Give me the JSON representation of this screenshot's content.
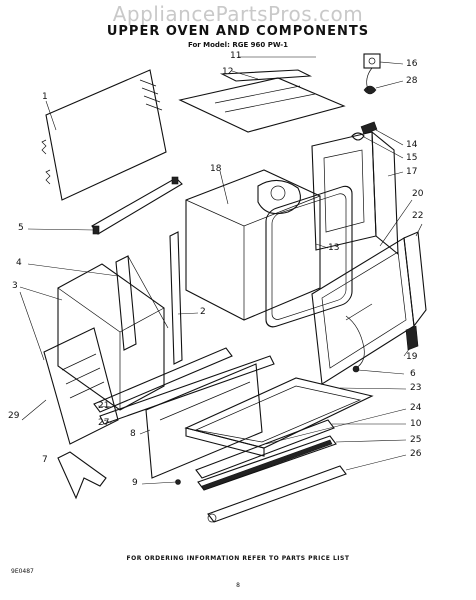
{
  "watermark": "AppliancePartsPros.com",
  "header": {
    "title": "UPPER OVEN AND COMPONENTS",
    "subtitle": "For Model: RGE 960 PW-1"
  },
  "callouts": {
    "c1": "1",
    "c2": "2",
    "c3": "3",
    "c4": "4",
    "c5": "5",
    "c6": "6",
    "c7": "7",
    "c8": "8",
    "c9": "9",
    "c10": "10",
    "c11": "11",
    "c12": "12",
    "c13": "13",
    "c14": "14",
    "c15": "15",
    "c16": "16",
    "c17": "17",
    "c18": "18",
    "c19": "19",
    "c20": "20",
    "c21": "21",
    "c22": "22",
    "c23": "23",
    "c24": "24",
    "c25": "25",
    "c26": "26",
    "c27": "27",
    "c28": "28",
    "c29": "29"
  },
  "footer": {
    "note": "FOR ORDERING INFORMATION REFER TO PARTS PRICE LIST",
    "catalog": "9E0487",
    "page": "8"
  }
}
